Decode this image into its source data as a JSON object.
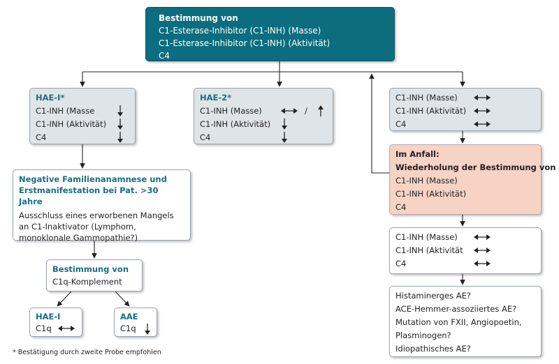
{
  "top": {
    "title": "Bestimmung von",
    "lines": [
      "C1-Esterase-Inhibitor (C1-INH) (Masse)",
      "C1-Esterase-Inhibitor (C1-INH) (Aktivität)",
      "C4"
    ]
  },
  "hae1": {
    "title": "HAE-I*",
    "rows": [
      {
        "label": "C1-INH (Masse",
        "symbol": "down"
      },
      {
        "label": "C1-INH (Aktivität)",
        "symbol": "down"
      },
      {
        "label": "C4",
        "symbol": "down"
      }
    ]
  },
  "hae2": {
    "title": "HAE-2*",
    "rows": [
      {
        "label": "C1-INH (Masse)",
        "symbol": "both-or-up",
        "sep": "/"
      },
      {
        "label": "C1-INH (Aktivität)",
        "symbol": "down"
      },
      {
        "label": "C4",
        "symbol": "down"
      }
    ]
  },
  "right1": {
    "rows": [
      {
        "label": "C1-INH (Masse)",
        "symbol": "both"
      },
      {
        "label": "C1-INH (Aktivität)",
        "symbol": "both"
      },
      {
        "label": "C4",
        "symbol": "both"
      }
    ]
  },
  "anfall": {
    "title1": "Im Anfall:",
    "title2": "Wiederholung der Bestimmung von",
    "lines": [
      "C1-INH (Masse)",
      "C1-INH (Aktivität)",
      "C4"
    ]
  },
  "right2": {
    "rows": [
      {
        "label": "C1-INH (Masse)",
        "symbol": "both"
      },
      {
        "label": "C1-INH (Aktivität",
        "symbol": "both"
      },
      {
        "label": "C4",
        "symbol": "both"
      }
    ]
  },
  "causes": {
    "lines": [
      "Histaminerges AE?",
      "ACE-Hemmer-assoziiertes AE?",
      "Mutation von FXII, Angiopoetin,",
      "Plasminogen?",
      "Idiopathisches AE?"
    ]
  },
  "family": {
    "title": "Negative Familienanamnese und Erstmanifestation bei Pat. >30 Jahre",
    "text": "Ausschluss eines erworbenen Mangels an C1-Inaktivator (Lymphom, monoklonale Gammopathie?)"
  },
  "c1q": {
    "title": "Bestimmung von",
    "line": "C1q-Komplement"
  },
  "hae1_result": {
    "title": "HAE-I",
    "label": "C1q",
    "symbol": "both"
  },
  "aae": {
    "title": "AAE",
    "label": "C1q",
    "symbol": "down"
  },
  "footnote": "* Bestätigung durch zweite Probe empfohlen",
  "colors": {
    "teal": "#0b6d7d",
    "heading": "#1b6d82",
    "grey_box": "#dfe4e9",
    "salmon_box": "#f7d3c5",
    "line": "#222222"
  }
}
